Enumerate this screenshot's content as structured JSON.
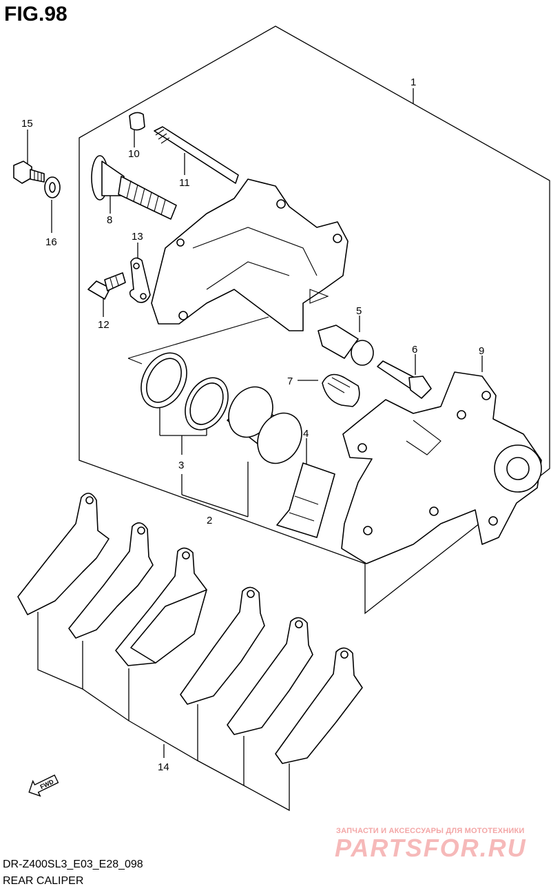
{
  "figure": {
    "title": "FIG.98",
    "model_code": "DR-Z400SL3_E03_E28_098",
    "name": "REAR CALIPER"
  },
  "watermark": {
    "tagline": "ЗАПЧАСТИ И АКСЕССУАРЫ ДЛЯ МОТОТЕХНИКИ",
    "brand": "PARTSFOR.RU",
    "color": "#f6b9b9"
  },
  "fwd_badge": {
    "text": "FWD",
    "icon": "arrow-left-icon"
  },
  "callouts": [
    "1",
    "2",
    "3",
    "4",
    "5",
    "6",
    "7",
    "8",
    "9",
    "10",
    "11",
    "12",
    "13",
    "14",
    "15",
    "16"
  ]
}
